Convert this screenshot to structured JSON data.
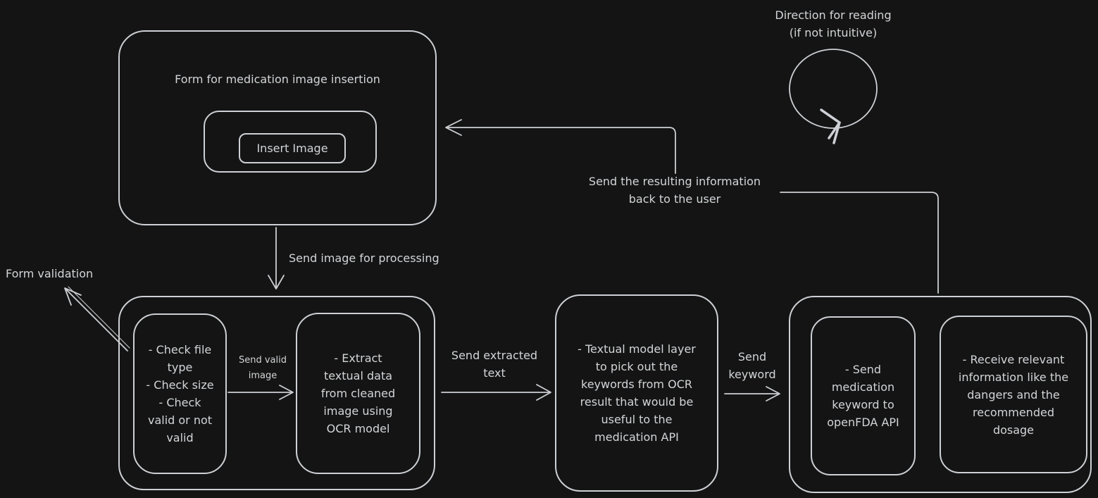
{
  "app": {
    "background_color": "#141414",
    "stroke_color": "#cdd0d4"
  },
  "legend": {
    "text": "Direction for reading\n(if not intuitive)"
  },
  "form": {
    "title": "Form for medication image insertion",
    "insert_button": "Insert Image"
  },
  "nodes": {
    "checks": "- Check file\ntype\n- Check size\n- Check\nvalid or not\nvalid",
    "ocr": "- Extract\ntextual data\nfrom cleaned\nimage using\nOCR model",
    "textual_model": "- Textual model layer\nto pick out the\nkeywords from OCR\nresult that would be\nuseful to the\nmedication API",
    "send_fda": "- Send\nmedication\nkeyword to\nopenFDA API",
    "receive": "- Receive relevant\ninformation like the\ndangers and the\nrecommended\ndosage"
  },
  "edges": {
    "send_image": "Send image for processing",
    "send_resulting": "Send the resulting information\nback to the user",
    "form_validation": "Form validation",
    "send_valid": "Send valid\nimage",
    "send_extracted": "Send extracted\ntext",
    "send_keyword": "Send\nkeyword"
  }
}
